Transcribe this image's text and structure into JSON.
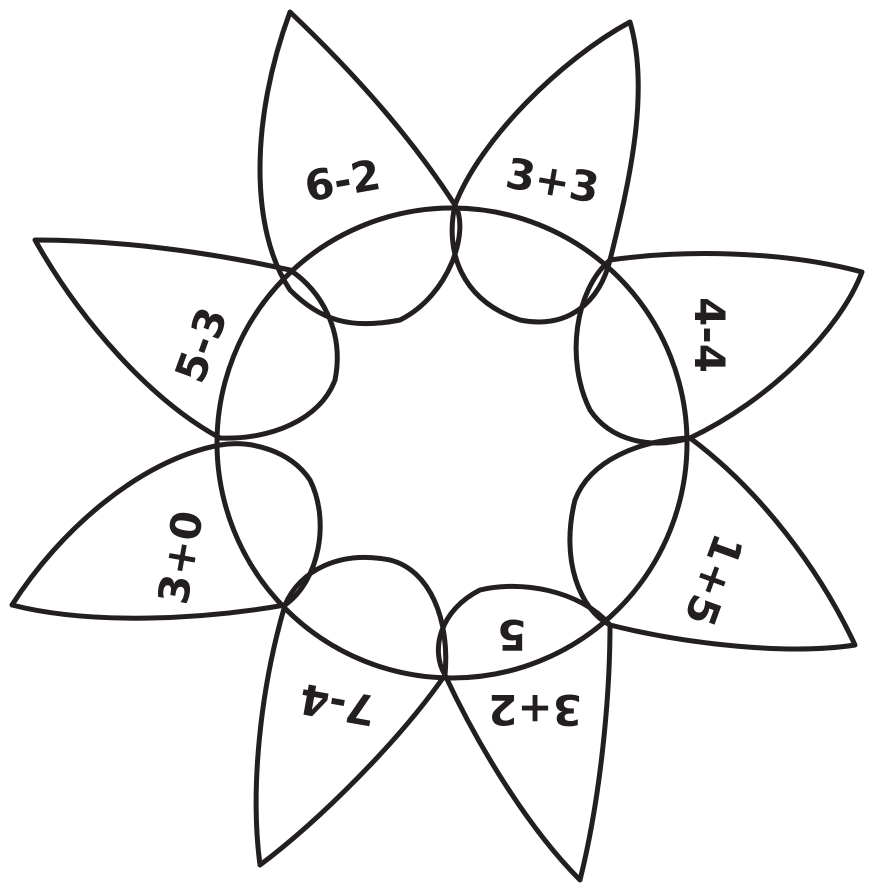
{
  "flower": {
    "center_circle": true,
    "stroke_color": "#231f20",
    "petals": [
      {
        "label": "6-2"
      },
      {
        "label": "3+3"
      },
      {
        "label": "4-4"
      },
      {
        "label": "1+5"
      },
      {
        "label": "3+2"
      },
      {
        "label": "7-4"
      },
      {
        "label": "3+0"
      },
      {
        "label": "5-3"
      }
    ],
    "center_answer": "5"
  }
}
